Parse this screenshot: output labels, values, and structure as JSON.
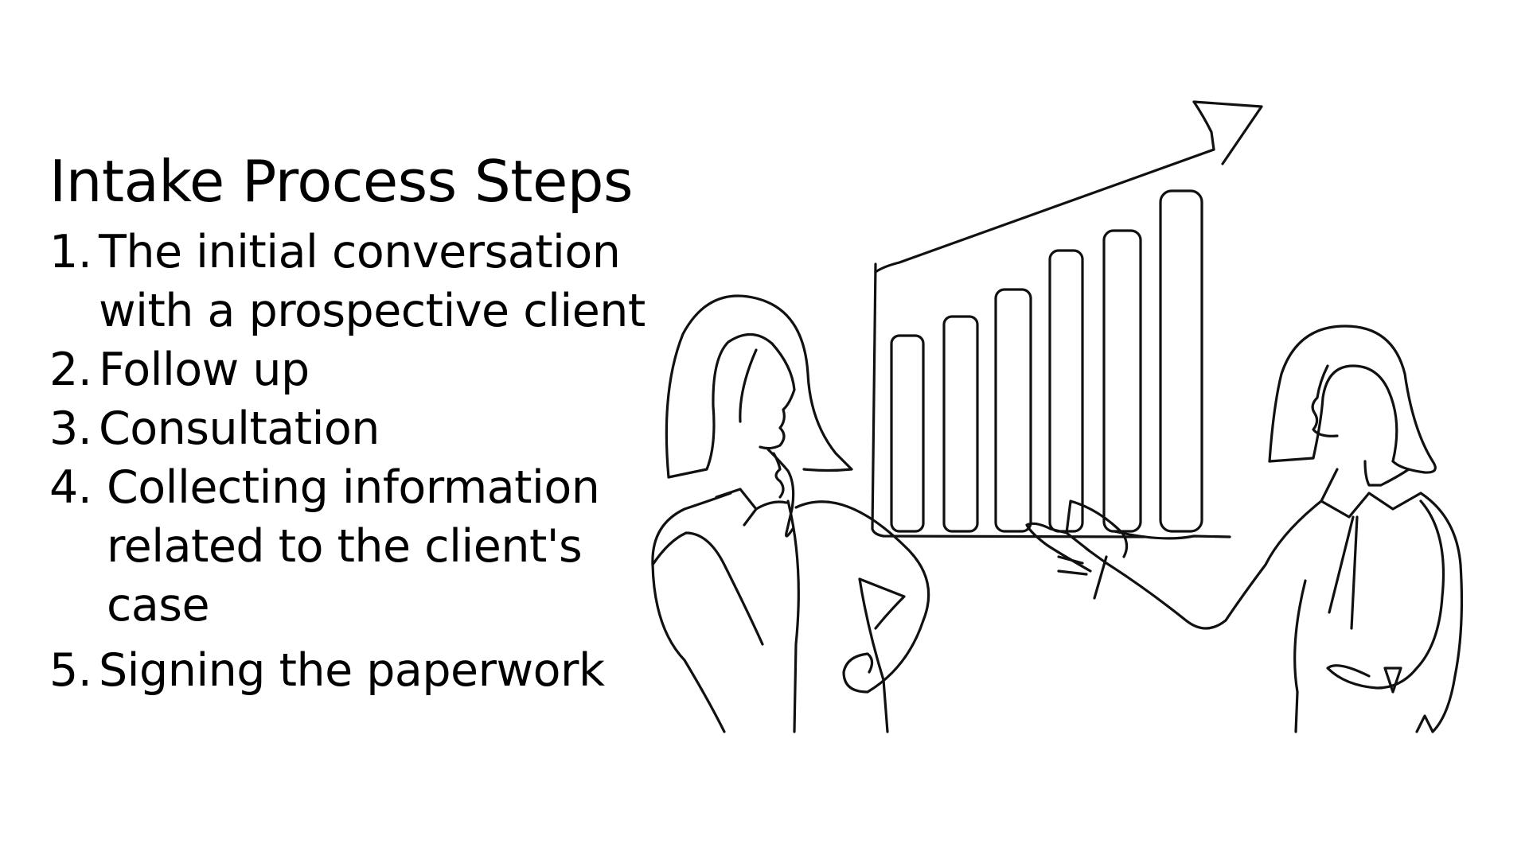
{
  "slide": {
    "title": "Intake Process Steps",
    "steps": [
      {
        "number": "1.",
        "label": "The initial conversation with a prospective client"
      },
      {
        "number": "2.",
        "label": "Follow up"
      },
      {
        "number": "3.",
        "label": "Consultation"
      },
      {
        "number": "4.",
        "label": "Collecting information related to the client's case"
      },
      {
        "number": "5.",
        "label": "Signing the paperwork"
      }
    ]
  },
  "illustration": {
    "subject": "two-women-discussing-growth-chart",
    "icons": [
      "growth-bar-chart-icon",
      "upward-trend-arrow-icon",
      "thinking-woman-figure",
      "pointing-woman-figure"
    ]
  },
  "colors": {
    "background": "#ffffff",
    "ink": "#000000"
  }
}
